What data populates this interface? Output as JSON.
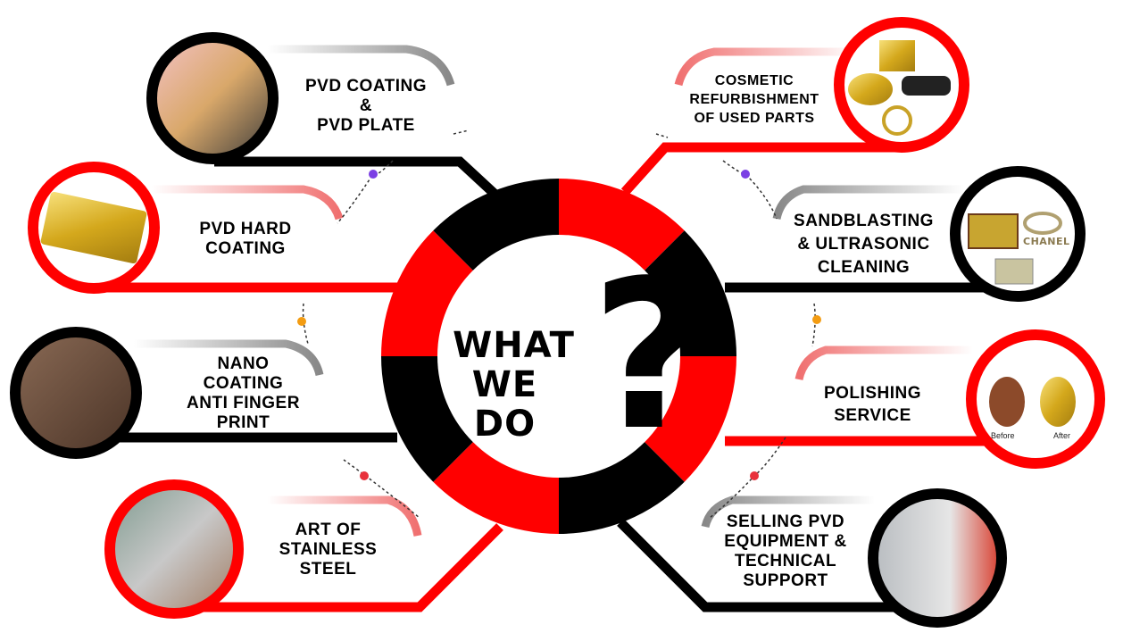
{
  "center": {
    "line1": "WHAT",
    "line2": "WE",
    "line3": "DO",
    "symbol": "?"
  },
  "services": [
    {
      "id": "pvd-coating",
      "lines": [
        "PVD COATING",
        "&",
        "PVD PLATE"
      ],
      "ring": "#000000"
    },
    {
      "id": "pvd-hard-coating",
      "lines": [
        "PVD HARD",
        "COATING"
      ],
      "ring": "#ff0000"
    },
    {
      "id": "nano-coating",
      "lines": [
        "NANO",
        "COATING",
        "ANTI FINGER",
        "PRINT"
      ],
      "ring": "#000000"
    },
    {
      "id": "art-of-stainless-steel",
      "lines": [
        "ART OF",
        "STAINLESS",
        "STEEL"
      ],
      "ring": "#ff0000"
    },
    {
      "id": "cosmetic-refurbishment",
      "lines": [
        "COSMETIC",
        "REFURBISHMENT",
        "OF USED PARTS"
      ],
      "ring": "#ff0000"
    },
    {
      "id": "sandblasting",
      "lines": [
        "SANDBLASTING",
        "& ULTRASONIC",
        "CLEANING"
      ],
      "ring": "#000000"
    },
    {
      "id": "polishing",
      "lines": [
        "POLISHING",
        "SERVICE"
      ],
      "ring": "#ff0000"
    },
    {
      "id": "selling-pvd-equipment",
      "lines": [
        "SELLING PVD",
        "EQUIPMENT &",
        "TECHNICAL",
        "SUPPORT"
      ],
      "ring": "#000000"
    }
  ],
  "photo_captions": {
    "before": "Before",
    "after": "After"
  },
  "photo_logo_text": "CHANEL",
  "colors": {
    "red": "#ff0000",
    "black": "#000000",
    "purple_dot": "#7b3fe4",
    "orange_dot": "#f39c12",
    "red_dot": "#e8323c"
  }
}
